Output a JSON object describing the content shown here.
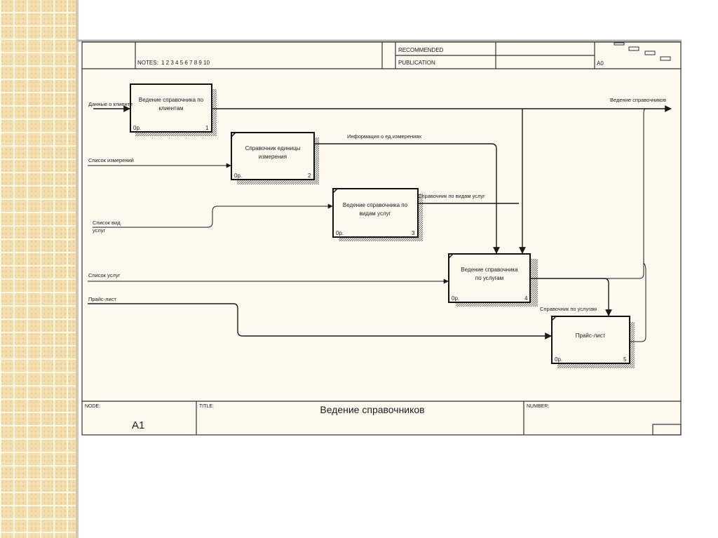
{
  "header": {
    "notes_label": "NOTES:",
    "notes_numbers": "1 2 3 4 5 6 7 8 9 10",
    "recommended_label": "RECOMMENDED",
    "publication_label": "PUBLICATION",
    "context_label": "A0"
  },
  "footer": {
    "node_label": "NODE:",
    "node_value": "A1",
    "title_label": "TITLE:",
    "title_value": "Ведение справочников",
    "number_label": "NUMBER:"
  },
  "boxes": [
    {
      "id": 1,
      "line1": "Ведение справочника по",
      "line2": "клиентам",
      "cost": "0р.",
      "number": "1"
    },
    {
      "id": 2,
      "line1": "Справочник единицы",
      "line2": "измерения",
      "cost": "0р.",
      "number": "2"
    },
    {
      "id": 3,
      "line1": "Ведение справочника по",
      "line2": "видам услуг",
      "cost": "0р.",
      "number": "3"
    },
    {
      "id": 4,
      "line1": "Ведение справочника",
      "line2": "по услугам",
      "cost": "0р.",
      "number": "4"
    },
    {
      "id": 5,
      "line1": "Прайс-лист",
      "line2": "",
      "cost": "0р.",
      "number": "5"
    }
  ],
  "arrows": {
    "input_client": "Данные о клиенте",
    "input_measures": "Список измерений",
    "input_service_types_1": "Список вид",
    "input_service_types_2": "услуг",
    "input_services": "Список услуг",
    "input_pricelist": "Прайс-лист",
    "output_main": "Ведение справочников",
    "units_info": "Информация о ед.измерениях",
    "types_ref": "Справочник по видам услуг",
    "services_ref": "Справочник по услугам"
  },
  "colors": {
    "paper": "#fdf9ef",
    "line": "#1a1a1a",
    "side": "#f3deae"
  }
}
